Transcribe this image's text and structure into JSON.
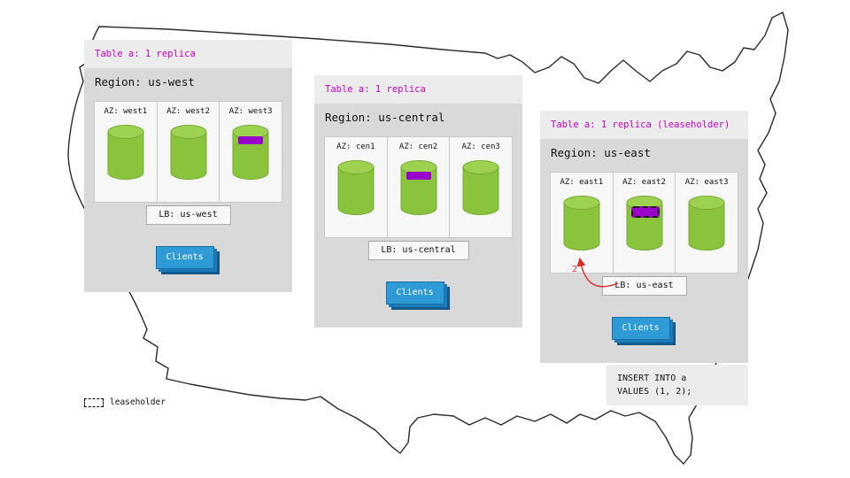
{
  "legend": {
    "leaseholder_label": "leaseholder"
  },
  "sql_note": {
    "line1": "INSERT INTO a",
    "line2": "VALUES (1, 2);"
  },
  "annotation": {
    "arrow_label": "2"
  },
  "colors": {
    "panel_header_bg": "#ececec",
    "panel_body_bg": "#d9d9d9",
    "header_text_magenta": "#c800c8",
    "cylinder_green": "#8ac43d",
    "replica_marker_purple": "#9900cc",
    "clients_button_blue": "#2e9bd6",
    "arrow_red": "#e02a2a"
  },
  "panels": [
    {
      "header": "Table a: 1 replica",
      "region_label": "Region: us-west",
      "azs": [
        {
          "label": "AZ: west1",
          "marker": null
        },
        {
          "label": "AZ: west2",
          "marker": null
        },
        {
          "label": "AZ: west3",
          "marker": "replica"
        }
      ],
      "lb_label": "LB: us-west",
      "clients_label": "Clients"
    },
    {
      "header": "Table a: 1 replica",
      "region_label": "Region: us-central",
      "azs": [
        {
          "label": "AZ: cen1",
          "marker": null
        },
        {
          "label": "AZ: cen2",
          "marker": "replica"
        },
        {
          "label": "AZ: cen3",
          "marker": null
        }
      ],
      "lb_label": "LB: us-central",
      "clients_label": "Clients"
    },
    {
      "header": "Table a: 1 replica (leaseholder)",
      "region_label": "Region: us-east",
      "azs": [
        {
          "label": "AZ: east1",
          "marker": null
        },
        {
          "label": "AZ: east2",
          "marker": "leaseholder"
        },
        {
          "label": "AZ: east3",
          "marker": null
        }
      ],
      "lb_label": "LB: us-east",
      "clients_label": "Clients"
    }
  ]
}
